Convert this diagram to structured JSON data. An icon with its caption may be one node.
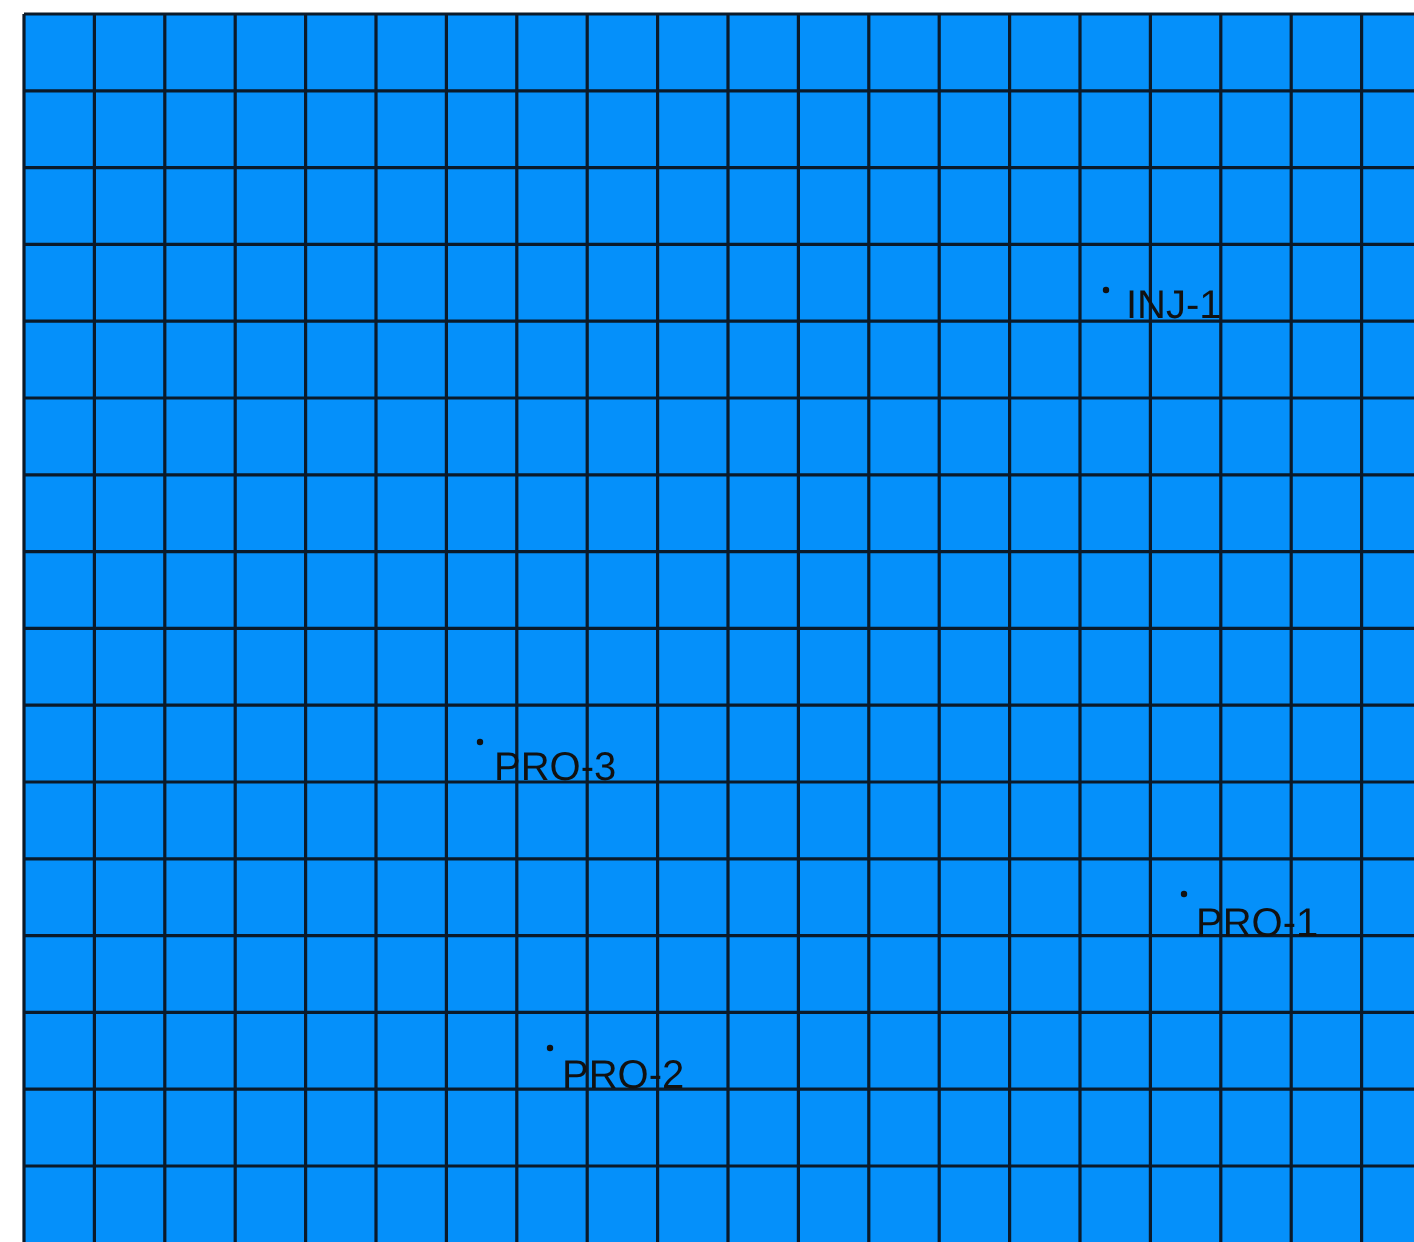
{
  "diagram": {
    "labels": [
      "INJ-1",
      "PRO-3",
      "PRO-1",
      "PRO-2"
    ]
  }
}
